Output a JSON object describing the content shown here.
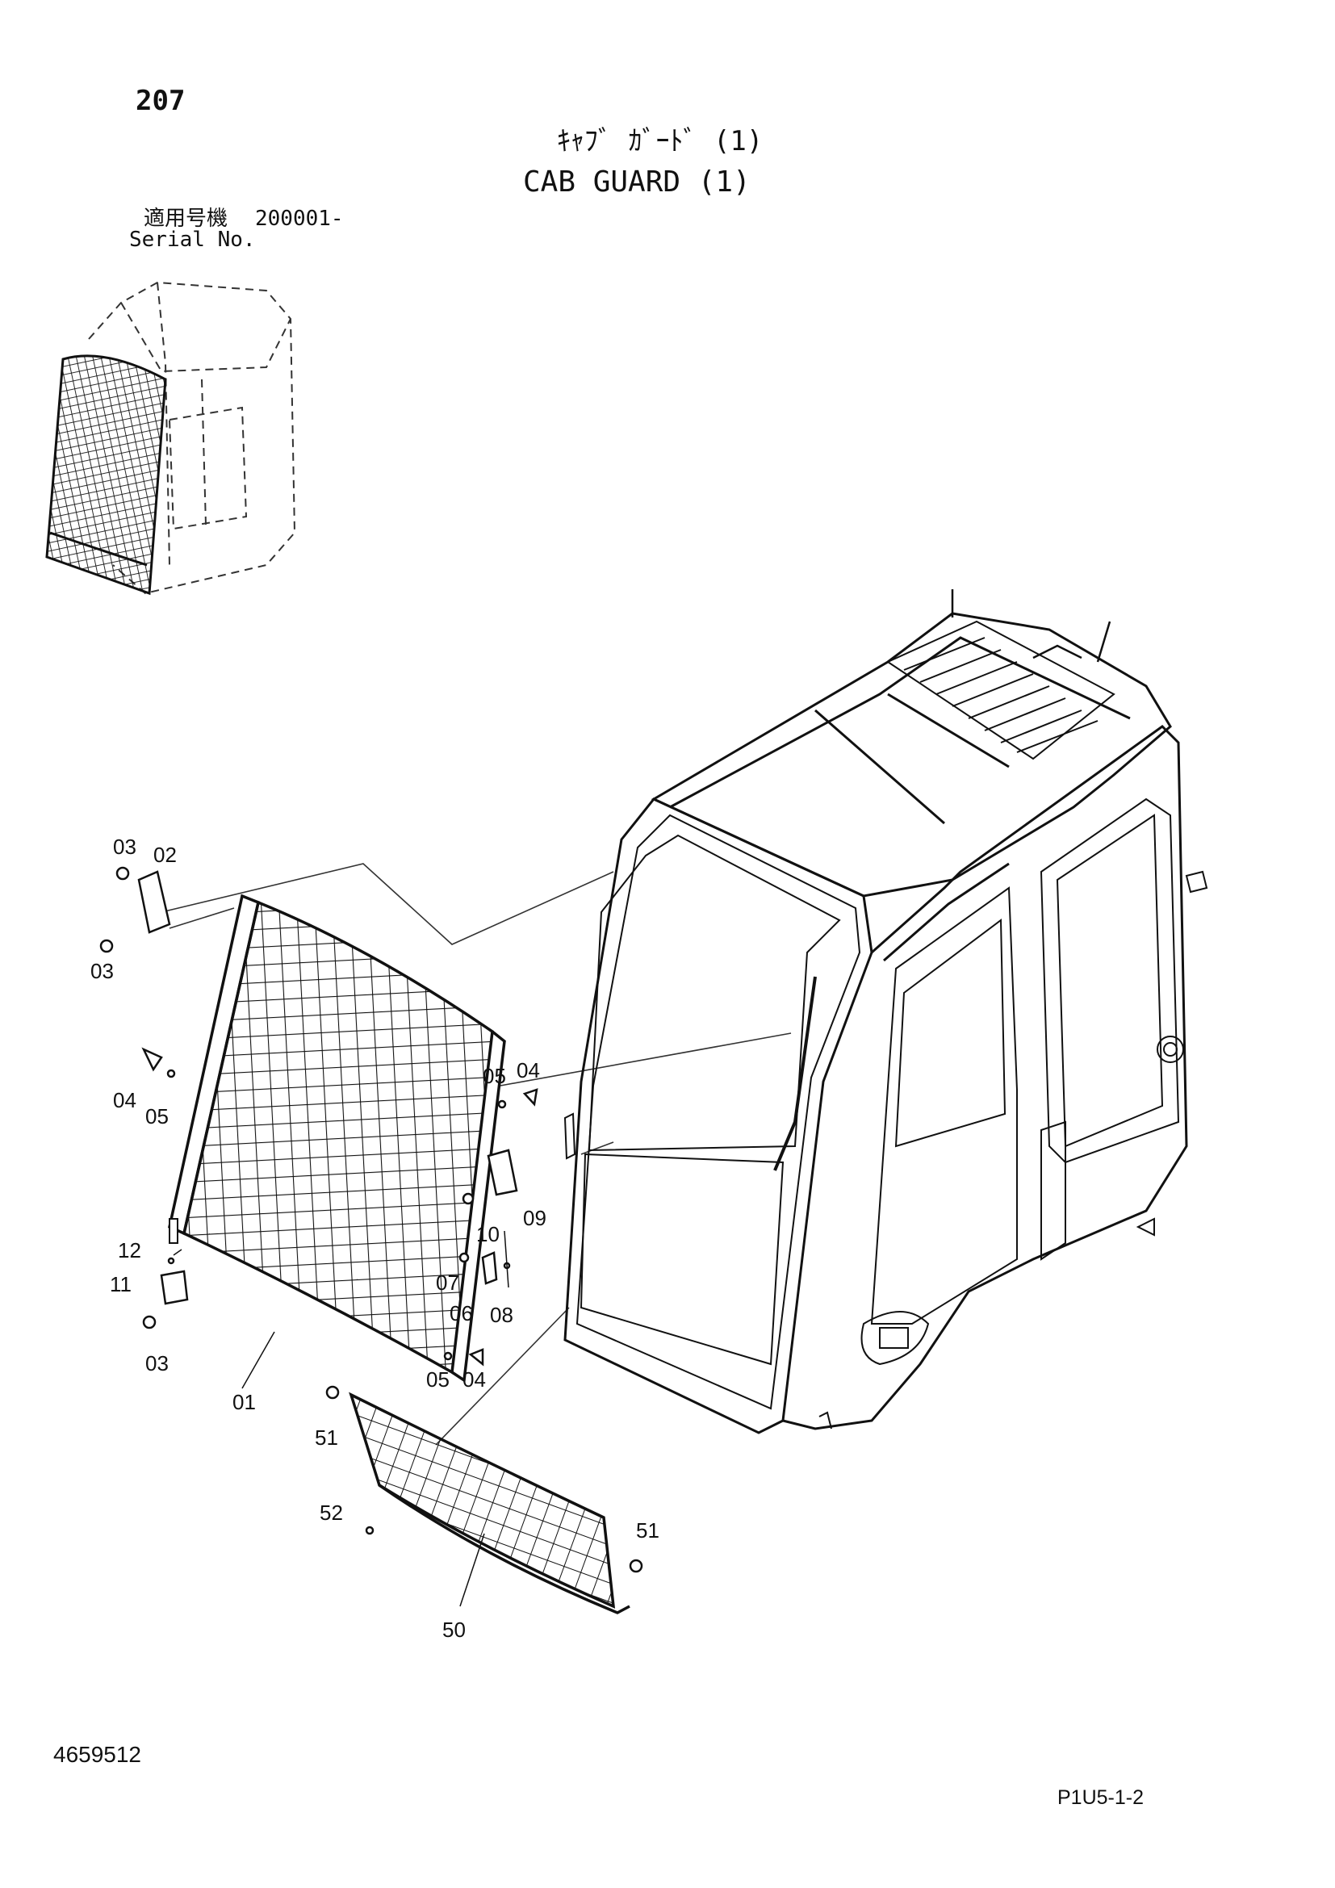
{
  "header": {
    "page_number": "207",
    "title_jp": "ｷｬﾌﾞ ｶﾞｰﾄﾞ (1)",
    "title_en": "CAB GUARD (1)",
    "serial_label_jp": "適用号機",
    "serial_value": "200001-",
    "serial_label_en": "Serial No."
  },
  "footer": {
    "document_number": "4659512",
    "page_code": "P1U5-1-2"
  },
  "callouts": {
    "c01": "01",
    "c02": "02",
    "c03_top": "03",
    "c03_left": "03",
    "c03_bottom": "03",
    "c04_left": "04",
    "c04_right_top": "04",
    "c04_right_bottom": "04",
    "c05_left": "05",
    "c05_right_top": "05",
    "c05_right_bottom": "05",
    "c06": "06",
    "c07": "07",
    "c08": "08",
    "c09": "09",
    "c10": "10",
    "c11": "11",
    "c12": "12",
    "c50": "50",
    "c51_left": "51",
    "c51_right": "51",
    "c52": "52"
  }
}
